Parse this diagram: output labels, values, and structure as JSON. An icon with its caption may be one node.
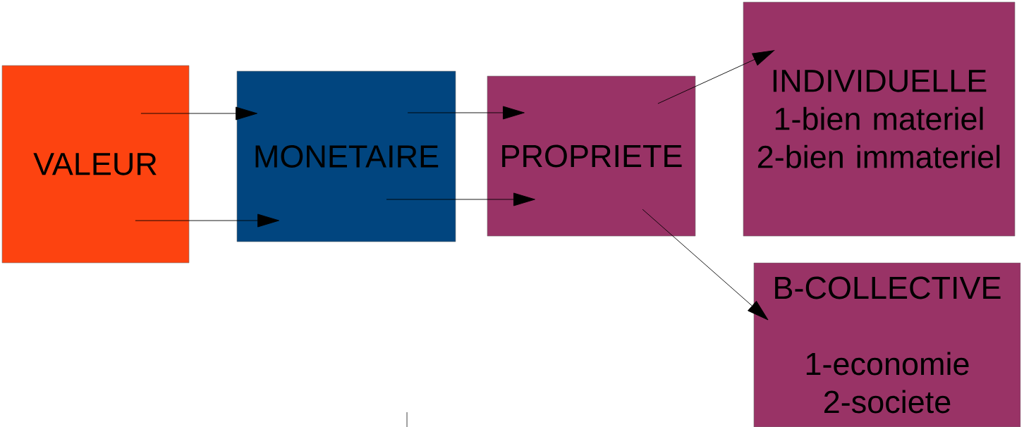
{
  "diagram": {
    "nodes": [
      {
        "text": [
          "VALEUR"
        ]
      },
      {
        "text": [
          "MONETAIRE"
        ]
      },
      {
        "text": [
          "PROPRIETE"
        ]
      },
      {
        "text": [
          "INDIVIDUELLE",
          "1-bien materiel 2-bien immateriel"
        ]
      },
      {
        "text": [
          "B-COLLECTIVE",
          "1-economie 2-societe"
        ]
      }
    ],
    "edges": [
      {
        "from": 0,
        "to": 1,
        "arrow": "to"
      },
      {
        "from": 0,
        "to": 1,
        "arrow": "to"
      },
      {
        "from": 1,
        "to": 2,
        "arrow": "to"
      },
      {
        "from": 1,
        "to": 2,
        "arrow": "to"
      },
      {
        "from": 2,
        "to": 3,
        "arrow": "to"
      },
      {
        "from": 2,
        "to": 4,
        "arrow": "to"
      }
    ]
  }
}
